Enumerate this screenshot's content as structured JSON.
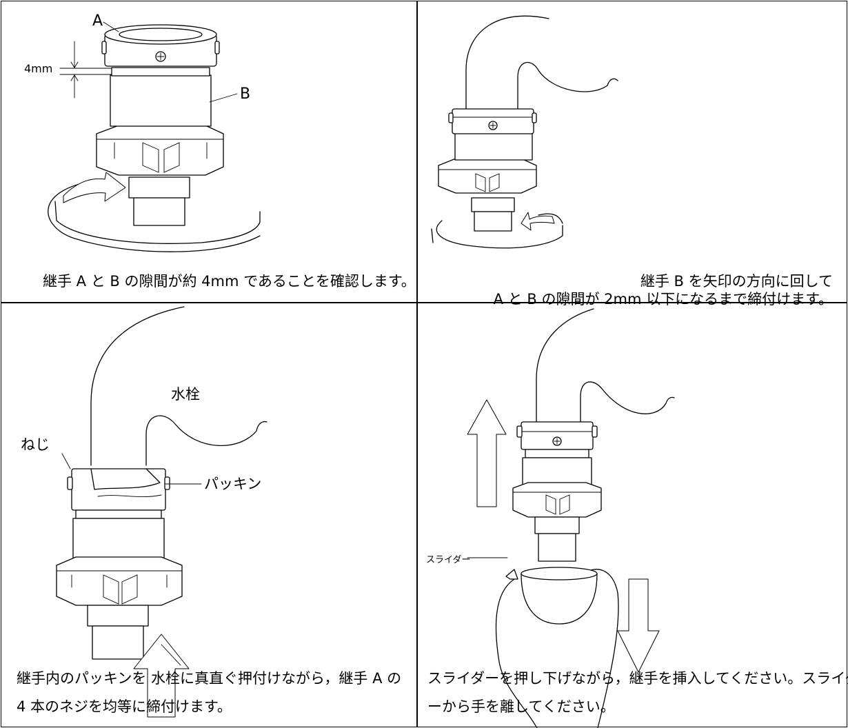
{
  "panel1": {
    "label_a": "A",
    "label_b": "B",
    "dimension": "4mm",
    "caption": "継手 A と B の隙間が約 4mm であることを確認します。"
  },
  "panel2": {
    "caption_line1": "継手 B を矢印の方向に回して",
    "caption_line2": "A と B の隙間が 2mm 以下になるまで締付けます。"
  },
  "panel3": {
    "label_faucet": "水栓",
    "label_screw": "ねじ",
    "label_packing": "パッキン",
    "caption_line1": "継手内のパッキンを  水栓に真直ぐ押付けながら，継手 A の",
    "caption_line2": "4 本のネジを均等に締付けます。"
  },
  "panel4": {
    "label_slider": "スライダー",
    "caption_line1": "スライダーを押し下げながら，継手を挿入してください。スライダ",
    "caption_line2": "ーから手を離してください。"
  }
}
